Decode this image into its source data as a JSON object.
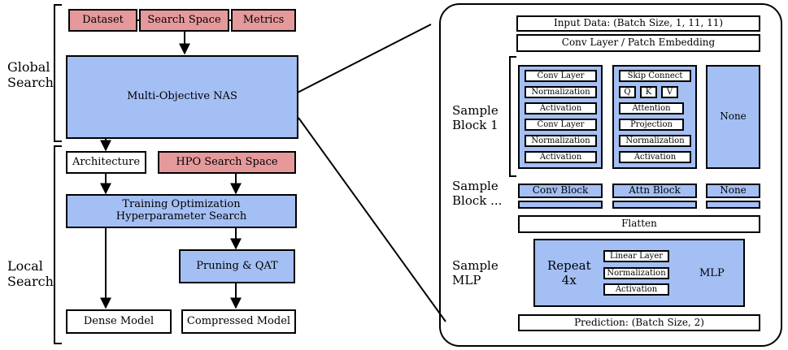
{
  "left": {
    "global_label": "Global\nSearch",
    "local_label": "Local\nSearch",
    "dataset": "Dataset",
    "search_space": "Search Space",
    "metrics": "Metrics",
    "nas": "Multi-Objective NAS",
    "architecture": "Architecture",
    "hpo": "HPO Search Space",
    "training": "Training Optimization\nHyperparameter Search",
    "pruning": "Pruning & QAT",
    "dense": "Dense Model",
    "compressed": "Compressed Model"
  },
  "right": {
    "input": "Input Data: (Batch Size, 1, 11, 11)",
    "patch": "Conv Layer / Patch Embedding",
    "sample_block1": "Sample\nBlock 1",
    "sample_block_more": "Sample\nBlock ...",
    "sample_mlp": "Sample\nMLP",
    "conv_items": [
      "Conv Layer",
      "Normalization",
      "Activation",
      "Conv Layer",
      "Normalization",
      "Activation"
    ],
    "attn": {
      "skip": "Skip Connect",
      "q": "Q",
      "k": "K",
      "v": "V",
      "items": [
        "Attention",
        "Projection",
        "Normalization",
        "Activation"
      ]
    },
    "none": "None",
    "conv_block": "Conv Block",
    "attn_block": "Attn Block",
    "flatten": "Flatten",
    "repeat": "Repeat\n4x",
    "mlp": "MLP",
    "mlp_items": [
      "Linear Layer",
      "Normalization",
      "Activation"
    ],
    "prediction": "Prediction: (Batch Size, 2)"
  }
}
